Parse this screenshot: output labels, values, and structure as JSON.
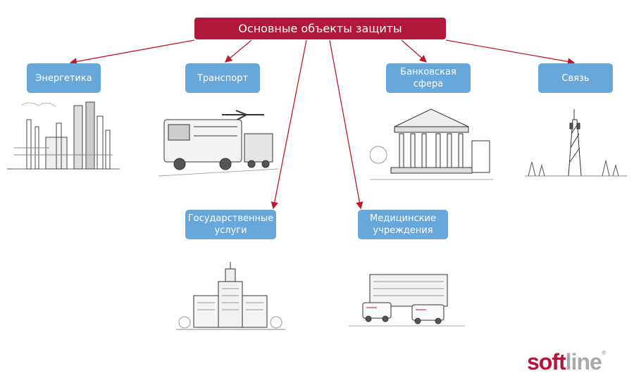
{
  "title": "Основные объекты защиты",
  "categories": [
    {
      "label_1": "Энергетика",
      "label_2": "",
      "picture": "power-plant"
    },
    {
      "label_1": "Транспорт",
      "label_2": "",
      "picture": "transport-vehicles"
    },
    {
      "label_1": "Банковская",
      "label_2": "сфера",
      "picture": "bank-building"
    },
    {
      "label_1": "Связь",
      "label_2": "",
      "picture": "telecom-tower"
    },
    {
      "label_1": "Государственные",
      "label_2": "услуги",
      "picture": "government-building"
    },
    {
      "label_1": "Медицинские",
      "label_2": "учреждения",
      "picture": "hospital-ambulances"
    }
  ],
  "logo": {
    "part1": "soft",
    "part2": "line",
    "mark": "®"
  },
  "colors": {
    "title_bg": "#b0173a",
    "box_bg": "#67a7d9",
    "arrow": "#c0182d"
  }
}
